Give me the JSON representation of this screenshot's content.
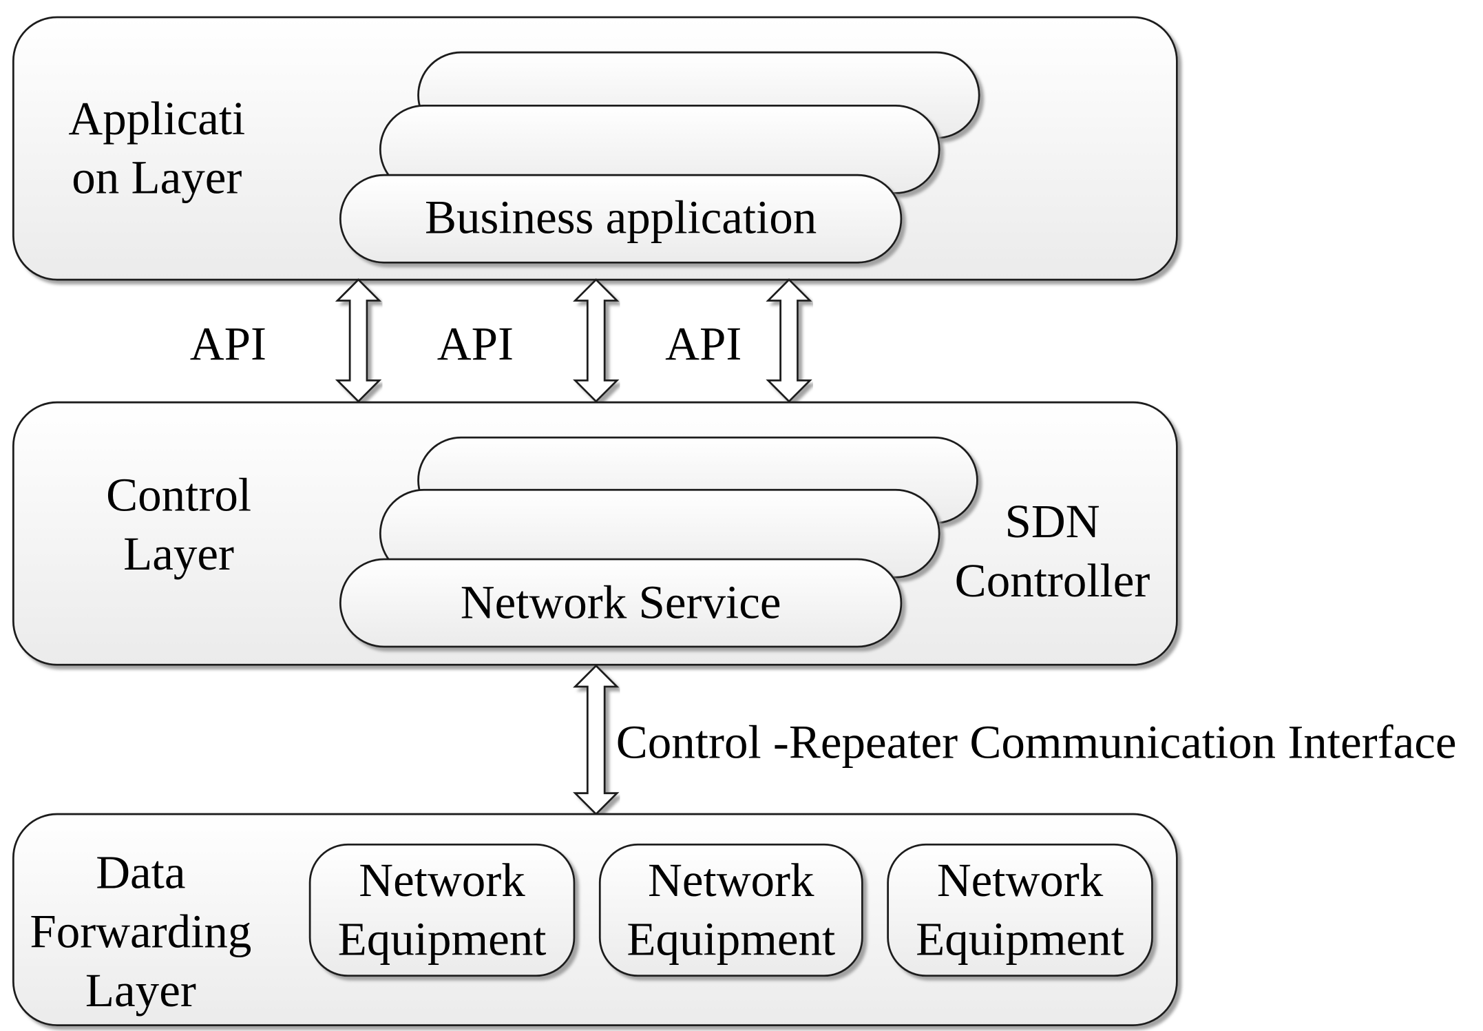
{
  "application_layer": {
    "label_lines": [
      "Applicati",
      "on Layer"
    ],
    "app_label": "Business application"
  },
  "api_labels": [
    "API",
    "API",
    "API"
  ],
  "control_layer": {
    "label_lines": [
      "Control",
      "Layer"
    ],
    "service_label": "Network Service",
    "controller_lines": [
      "SDN",
      "Controller"
    ]
  },
  "interface_label": "Control -Repeater Communication Interface",
  "data_layer": {
    "label_lines": [
      "Data",
      "Forwarding",
      "Layer"
    ],
    "equipment": [
      {
        "lines": [
          "Network",
          "Equipment"
        ]
      },
      {
        "lines": [
          "Network",
          "Equipment"
        ]
      },
      {
        "lines": [
          "Network",
          "Equipment"
        ]
      }
    ]
  }
}
